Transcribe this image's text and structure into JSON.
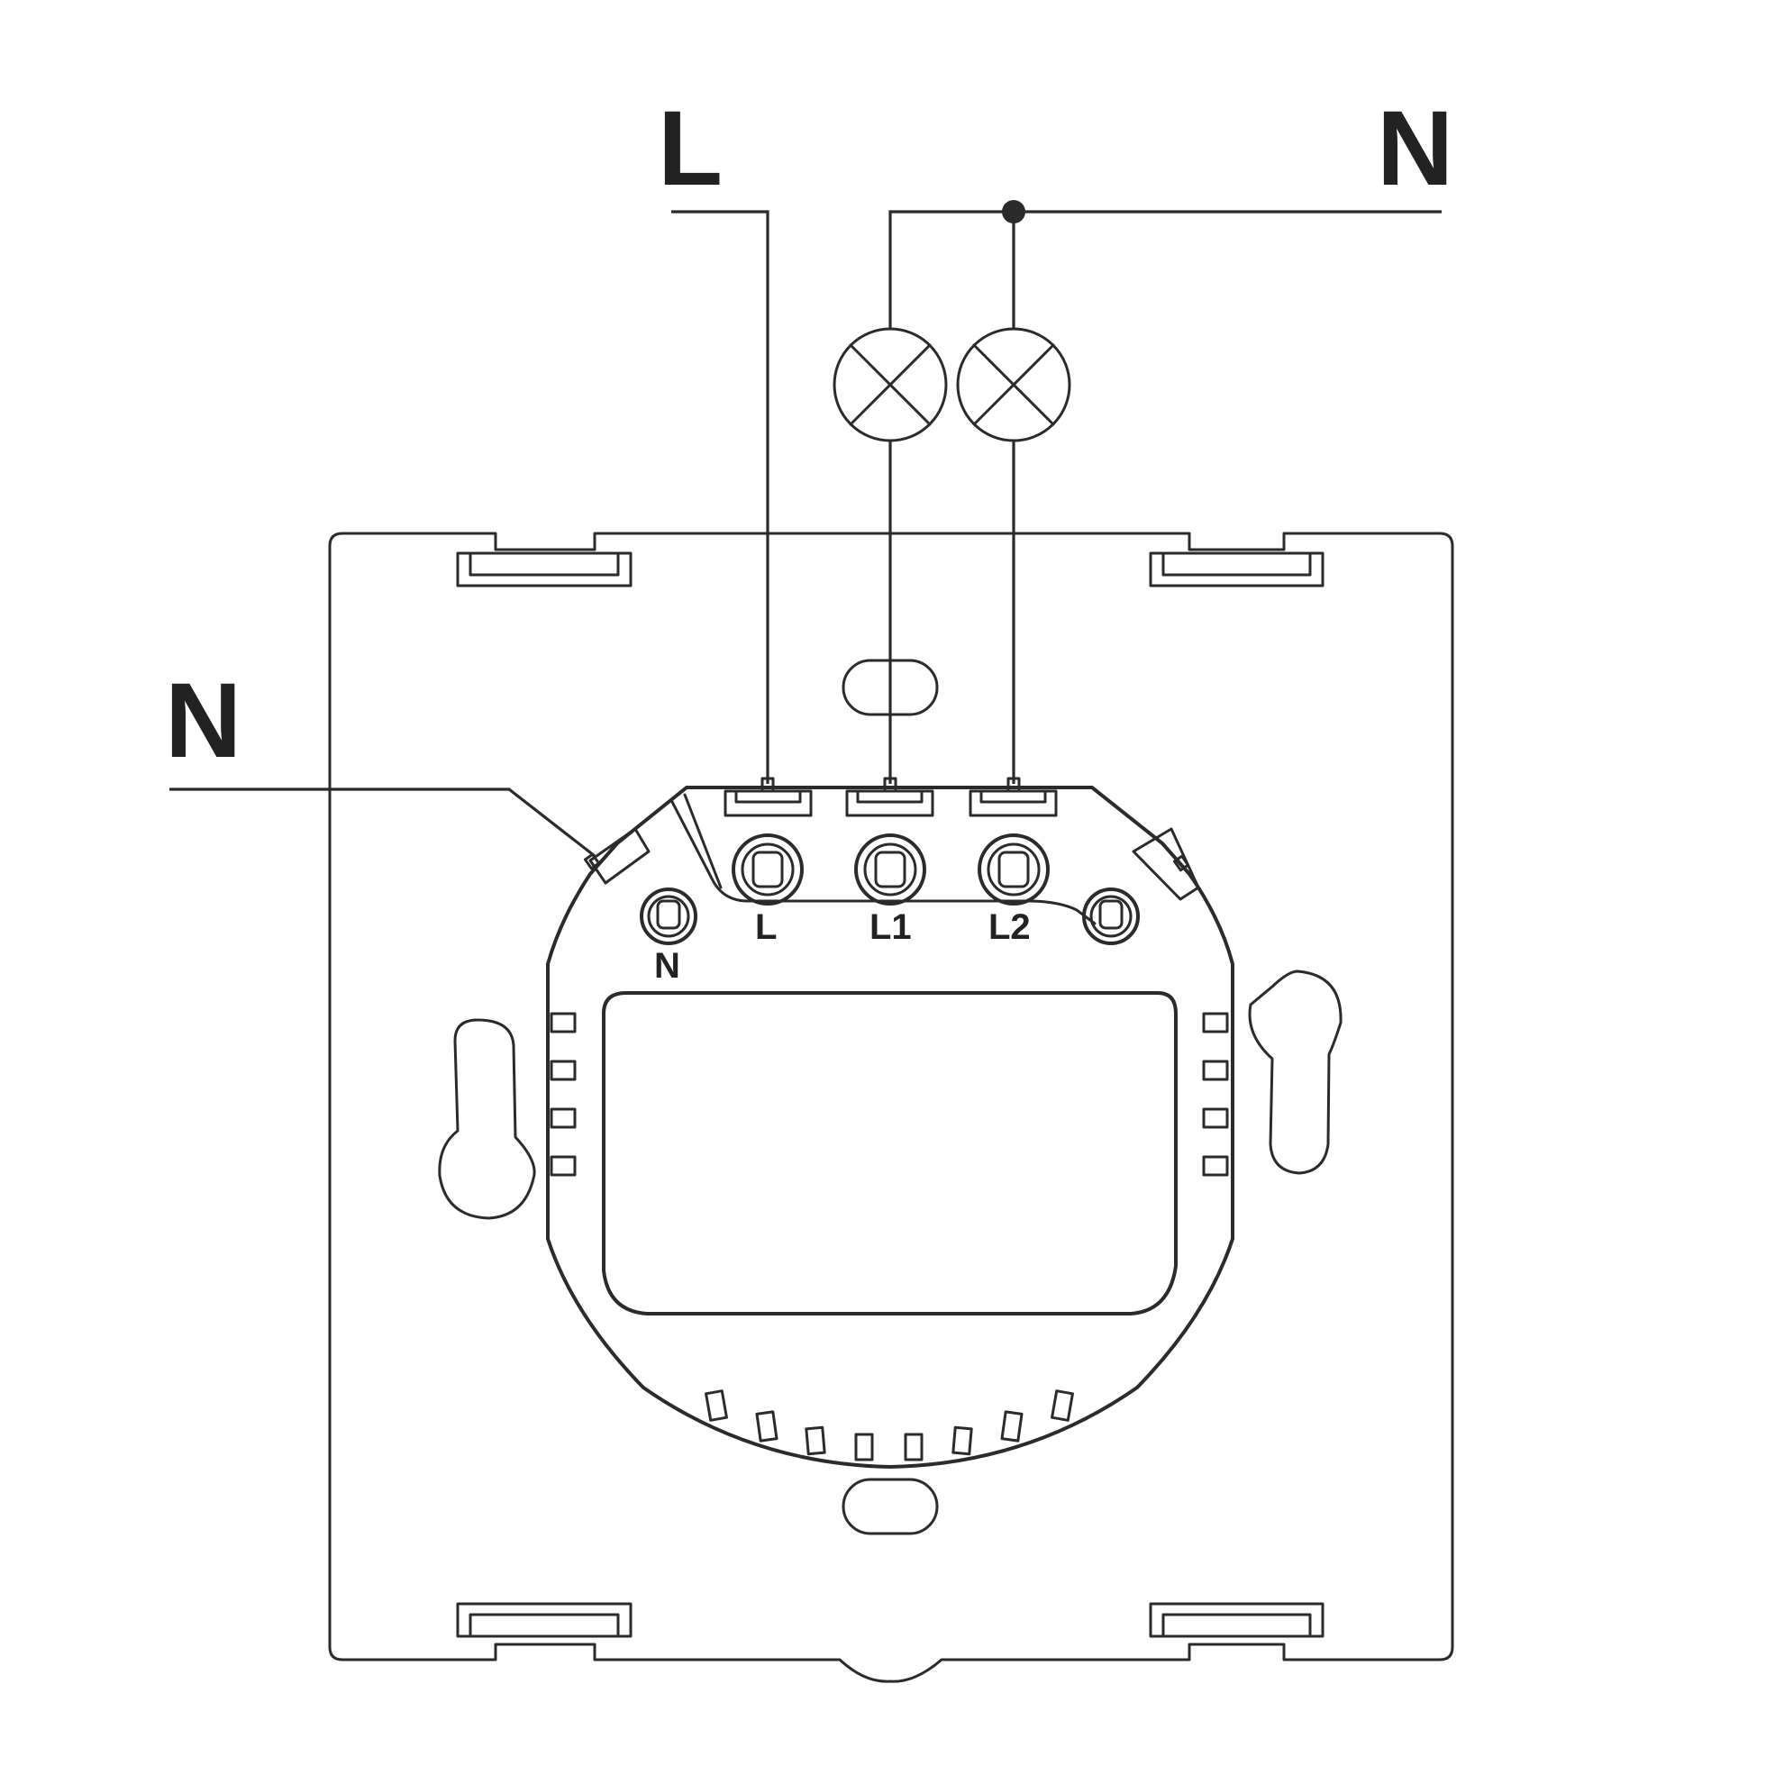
{
  "labels": {
    "supply_live": "L",
    "supply_neutral": "N",
    "switch_neutral": "N"
  },
  "terminals": {
    "n": "N",
    "l": "L",
    "l1": "L1",
    "l2": "L2"
  },
  "colors": {
    "line": "#2b2b2b",
    "background": "#ffffff"
  }
}
